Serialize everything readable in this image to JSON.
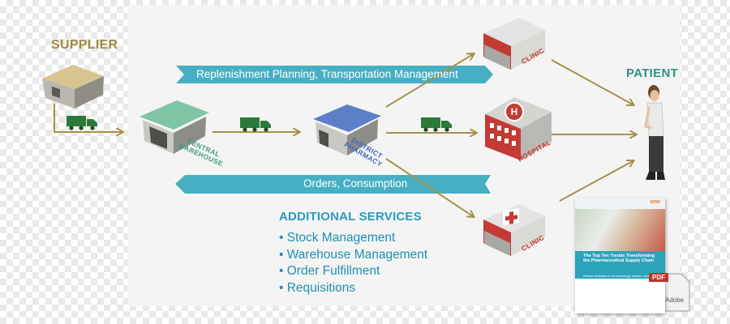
{
  "nodes": {
    "supplier": "SUPPLIER",
    "patient": "PATIENT",
    "central_warehouse": [
      "CENTRAL",
      "WAREHOUSE"
    ],
    "district_pharmacy": [
      "DISTRICT",
      "PHARMACY"
    ],
    "clinic_top": "CLINIC",
    "hospital": "HOSPITAL",
    "clinic_bottom": "CLINIC"
  },
  "banners": {
    "top": "Replenishment Planning, Transportation Management",
    "bottom": "Orders, Consumption"
  },
  "services": {
    "title": "ADDITIONAL SERVICES",
    "items": [
      "Stock Management",
      "Warehouse Management",
      "Order Fulfillment",
      "Requisitions"
    ]
  },
  "document": {
    "brand": "one",
    "title": "The Top Ten Trends Transforming the Pharmaceutical Supply Chain",
    "subtitle": "Effective strategies for an increasingly complex market",
    "pdf_label": "PDF",
    "adobe_label": "Adobe"
  },
  "icons": [
    "truck-icon",
    "warehouse-icon",
    "clinic-icon",
    "hospital-icon",
    "person-icon",
    "pdf-download-icon"
  ],
  "colors": {
    "arrow": "#a59248",
    "banner": "#46afc4",
    "gold_label": "#a08a3c",
    "teal_label": "#2f8f87",
    "services": "#2a9bc0",
    "truck": "#2c7a3a",
    "red_label": "#c4352e"
  }
}
